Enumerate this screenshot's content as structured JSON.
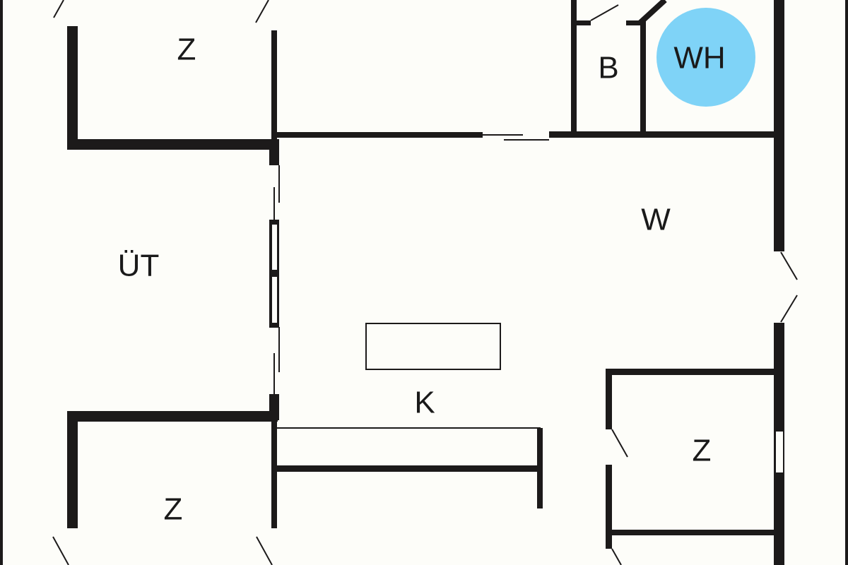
{
  "plan": {
    "colors": {
      "wall": "#1c1a1a",
      "background": "#fdfdf9",
      "water_heater": "#7fd3f7"
    },
    "rooms": {
      "bedroom_top_left": "Z",
      "water_heater": "WH",
      "bathroom": "B",
      "living": "W",
      "hallway": "ÜT",
      "kitchen": "K",
      "bedroom_right": "Z",
      "bedroom_bottom_left": "Z"
    }
  }
}
